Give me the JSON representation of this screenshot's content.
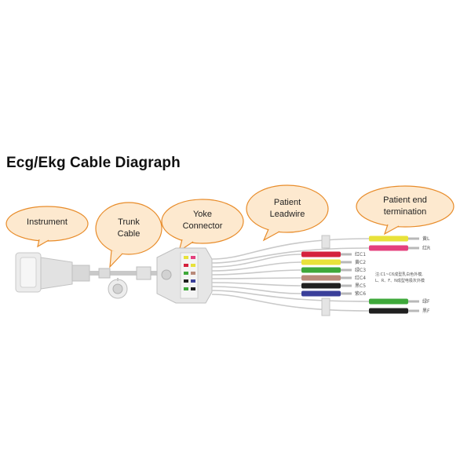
{
  "title": "Ecg/Ekg Cable Diagraph",
  "callouts": {
    "instrument": {
      "lines": [
        "Instrument"
      ]
    },
    "trunk": {
      "lines": [
        "Trunk",
        "Cable"
      ]
    },
    "yoke": {
      "lines": [
        "Yoke",
        "Connector"
      ]
    },
    "leadwire": {
      "lines": [
        "Patient",
        "Leadwire"
      ]
    },
    "termination": {
      "lines": [
        "Patient end",
        "termination"
      ]
    }
  },
  "colors": {
    "callout_fill": "#fde9cf",
    "callout_stroke": "#e88c2a",
    "cable": "#c9c9c9",
    "connector_body": "#e6e6e6"
  },
  "leads": [
    {
      "id": "R",
      "color": "#e8e23a",
      "label": "黄L"
    },
    {
      "id": "L",
      "color": "#e4407d",
      "label": "红R"
    },
    {
      "id": "C1",
      "color": "#d4213d",
      "label": "红C1"
    },
    {
      "id": "C2",
      "color": "#e8e23a",
      "label": "黄C2"
    },
    {
      "id": "C3",
      "color": "#3ea83a",
      "label": "绿C3"
    },
    {
      "id": "C4",
      "color": "#b98a7a",
      "label": "红C4"
    },
    {
      "id": "C5",
      "color": "#202020",
      "label": "黑C5"
    },
    {
      "id": "C6",
      "color": "#3a3f9a",
      "label": "紫C6"
    },
    {
      "id": "F",
      "color": "#3ea83a",
      "label": "绿F"
    },
    {
      "id": "N",
      "color": "#202020",
      "label": "黑F"
    }
  ],
  "note_lines": [
    "注:C1~C6成型乳白色外模,",
    "L、R、F、N成型电极灰外模"
  ]
}
